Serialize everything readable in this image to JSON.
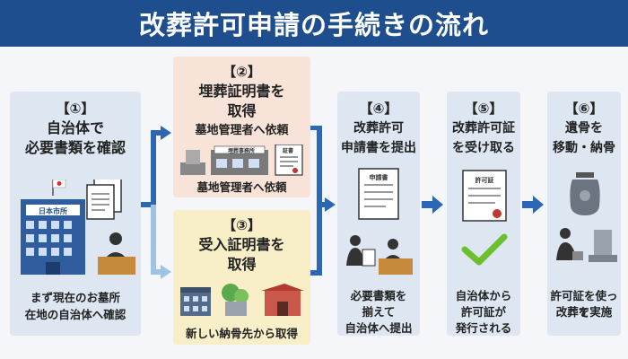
{
  "title": "改葬許可申請の手続きの流れ",
  "steps": {
    "s1": {
      "num": "【①】",
      "l1": "自治体で",
      "l2": "必要書類を確認",
      "city": "日本市所",
      "foot1": "まず現在のお墓所",
      "foot2": "在地の自治体へ確認"
    },
    "s2": {
      "num": "【②】",
      "l1": "埋葬証明書を",
      "l2": "取得",
      "sub": "墓地管理者へ依頼",
      "sign": "埋葬事務所",
      "cert": "証書",
      "foot": "墓地管理者へ依頼"
    },
    "s3": {
      "num": "【③】",
      "l1": "受入証明書を",
      "l2": "取得",
      "foot": "新しい納骨先から取得"
    },
    "s4": {
      "num": "【④】",
      "l1": "改葬許可",
      "l2": "申請書を提出",
      "doc": "申請書",
      "foot1": "必要書類を",
      "foot2": "揃えて",
      "foot3": "自治体へ提出"
    },
    "s5": {
      "num": "【⑤】",
      "l1": "改葬許可証",
      "l2": "を受け取る",
      "doc": "許可証",
      "foot1": "自治体から",
      "foot2": "許可証が",
      "foot3": "発行される"
    },
    "s6": {
      "num": "【⑥】",
      "l1": "遺骨を",
      "l2": "移動・納骨",
      "foot1": "許可証を使って",
      "foot2": "改葬を実施"
    }
  },
  "colors": {
    "title_bg": "#1f4e8f",
    "arrow": "#2d66b3",
    "arrow_light": "#9ec3e6",
    "check": "#6cbf2f"
  }
}
